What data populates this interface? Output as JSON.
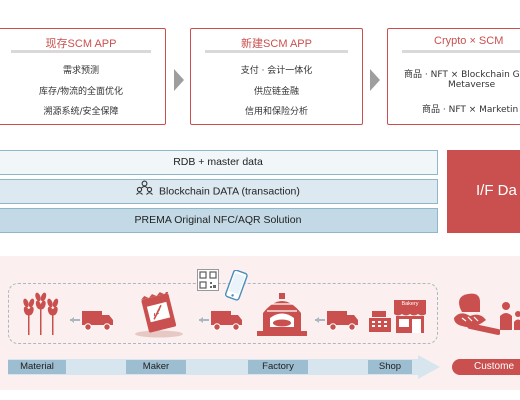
{
  "apps": [
    {
      "title": "现存SCM APP",
      "lines": [
        "需求预测",
        "库存/物流的全面优化",
        "溯源系统/安全保障"
      ]
    },
    {
      "title": "新建SCM APP",
      "lines": [
        "支付 · 会计一体化",
        "供应链金融",
        "信用和保险分析"
      ]
    },
    {
      "title": "Crypto × SCM",
      "lines": [
        "商品 · NFT × Blockchain G",
        "Metaverse",
        "商品 · NFT × Marketin"
      ]
    }
  ],
  "layers": {
    "rdb": "RDB + master data",
    "blockchain": "Blockchain DATA (transaction)",
    "prema": "PREMA Original NFC/AQR Solution"
  },
  "interface_box": "I/F Da",
  "stages": [
    "Material",
    "Maker",
    "Factory",
    "Shop"
  ],
  "customer": "Custome",
  "shop_sign": "Bakery",
  "colors": {
    "accent": "#c9504e",
    "blue_dark": "#9dbdd0",
    "blue_light": "#d7e6ee",
    "band": "#fbf0ef"
  }
}
